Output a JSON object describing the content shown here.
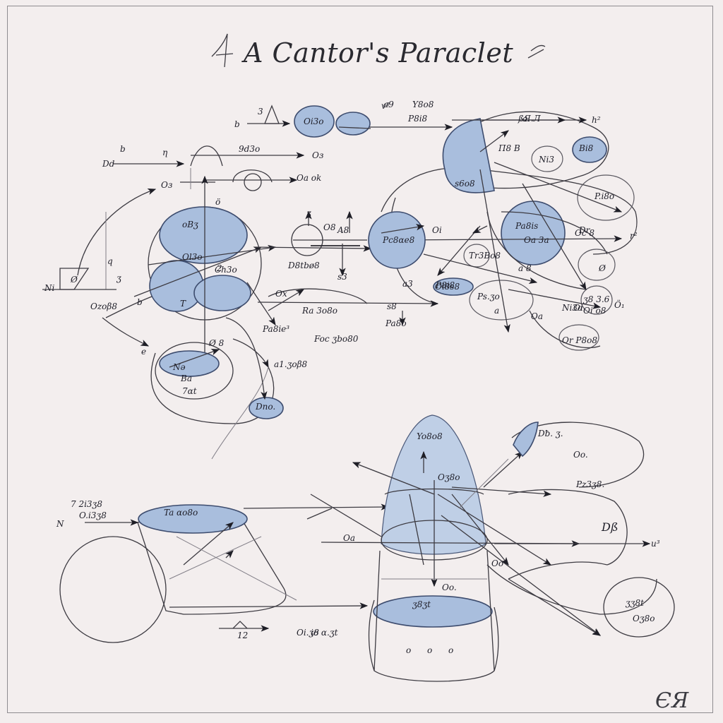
{
  "title": "A Cantor's Paraclet",
  "signature": "ЄЯ",
  "labels": {
    "top_a": "Oi3o",
    "top_b": "3",
    "top_c": "a9",
    "top_d": "b",
    "top_e": "Y8o8",
    "top_f": "P8i8",
    "top_g": "ßЯ.Л",
    "top_h": "h²",
    "top_i": "Bi8",
    "top_j": "П8 B",
    "top_k": "a",
    "top_l": "Ni3",
    "top_m": "s6o8",
    "top_n": "P.i8o",
    "l_a": "b",
    "l_b": "Dd",
    "l_c": "ƞ",
    "l_d": "9d3o",
    "l_e": "Oз",
    "l_f": "Oз",
    "l_g": "Oa ok",
    "l_h": "ö",
    "l_i": "oBʒ",
    "l_j": "Ol3o",
    "l_k": "2",
    "l_l": "T",
    "l_m": "q",
    "l_n": "ʒ",
    "l_o": "Ozoβ8",
    "l_p": "Ni",
    "l_q": "Ø",
    "l_r": "b",
    "l_s": "Ø 8",
    "l_t": "Nə",
    "l_u": "e",
    "m_a": "O8",
    "m_b": "A8",
    "m_c": "s3",
    "m_d": "D8tbø8",
    "m_e": "Pc8ɑe8",
    "m_f": "Ox",
    "m_g": "Ra 3o8o",
    "m_h": "Pa8ie³",
    "m_i": "Foc ʒbo80",
    "m_j": "Ch3o",
    "m_k": "Ba",
    "m_l": "7ɑt",
    "m_m": "a1.ʒoβ8",
    "m_n": "Dno.",
    "m_o": "a3",
    "m_p": "s8",
    "m_q": "Oi",
    "m_r": "ʒ",
    "m_s": "P8i8",
    "m_t": "Pa8o",
    "r_a": "Pa8is",
    "r_b": "Tr3Bo8",
    "r_c": "Oa 3a",
    "r_d": "Oc 8",
    "r_e": "a 8",
    "r_f": "Ps.ʒo",
    "r_g": "a",
    "r_h": "Ø",
    "r_i": "Oa",
    "r_j": "ʒ8 3.6",
    "r_k": "Oi o8",
    "r_l": "Ö₁",
    "r_m": "Oi",
    "r_n": "Ni3a",
    "r_o": "r²",
    "r_p": "Dr",
    "r_q": "Or P8o8",
    "r_r": "Oi8s8",
    "r_s": "v³",
    "b_a": "7 2i3ʒ8",
    "b_b": "O.i3ʒ8",
    "b_c": "N",
    "b_d": "Ta ɑo8o",
    "b_e": "Yo8o8",
    "b_f": "Dƀ. ʒ.",
    "b_g": "Pz3ʒ8.",
    "b_h": "Dß",
    "b_i": "Oa",
    "b_j": "Oo⁴",
    "b_k": "Oo.",
    "b_l": "ʒʒ8t",
    "b_m": "Oʒ8o",
    "b_n": "Oo.",
    "b_o": "ʒ8ʒt",
    "b_p": "Oi.ʒ8",
    "b_q": "12",
    "b_r": "io ɑ.ʒt",
    "b_s": "Oʒ8o",
    "b_t": "u³",
    "b_u": "o",
    "b_v": "o",
    "b_w": "o"
  }
}
